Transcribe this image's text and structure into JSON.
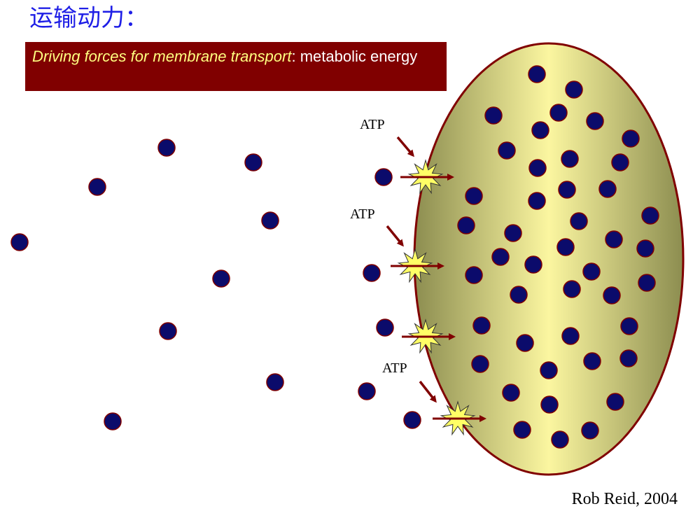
{
  "title": "运输动力：",
  "banner": {
    "emphasis": "Driving forces for membrane transport",
    "rest": ": metabolic energy"
  },
  "credit": "Rob Reid, 2004",
  "atp_label": "ATP",
  "colors": {
    "title": "#1f1fe6",
    "banner_bg": "#800000",
    "banner_emphasis": "#ffff80",
    "cell_fill_light": "#fbf6a0",
    "cell_fill_dark": "#8c8d50",
    "cell_outline": "#800000",
    "molecule": "#0b0b6b",
    "arrow": "#800000",
    "burst": "#ffff66"
  }
}
